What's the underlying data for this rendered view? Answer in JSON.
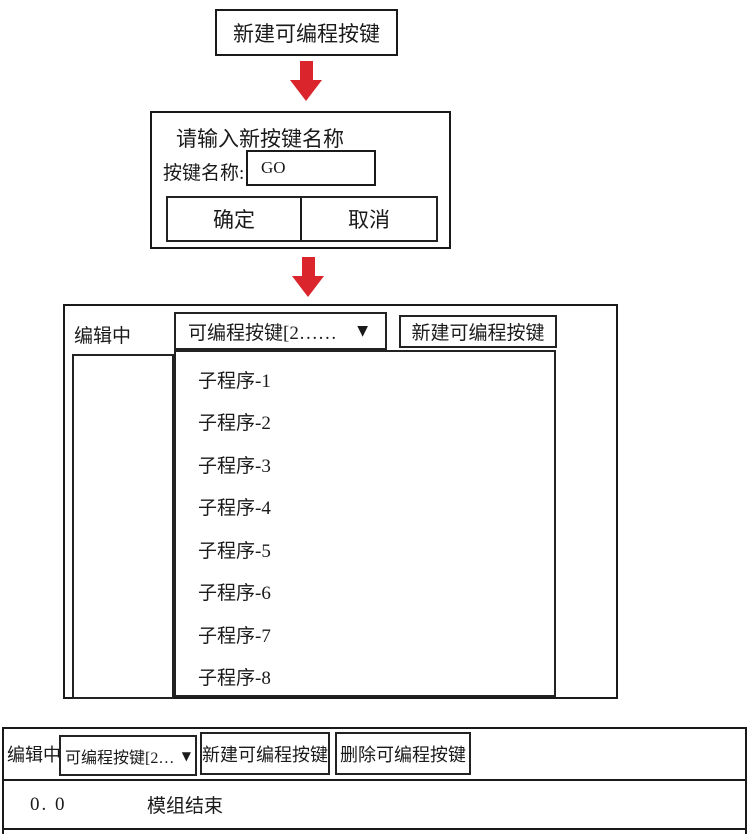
{
  "diagram": {
    "step1_button": "新建可编程按键",
    "dialog": {
      "title": "请输入新按键名称",
      "name_label": "按键名称:",
      "name_value": "GO",
      "ok_button": "确定",
      "cancel_button": "取消"
    },
    "editor_panel": {
      "status": "编辑中",
      "dropdown_label": "可编程按键[2……",
      "new_button": "新建可编程按键",
      "subprograms": [
        "子程序-1",
        "子程序-2",
        "子程序-3",
        "子程序-4",
        "子程序-5",
        "子程序-6",
        "子程序-7",
        "子程序-8"
      ]
    },
    "bottom_toolbar": {
      "status": "编辑中",
      "dropdown_label": "可编程按键[2…",
      "new_button": "新建可编程按键",
      "delete_button": "删除可编程按键",
      "line_number": "0. 0",
      "line_text": "模组结束"
    },
    "icons": {
      "dropdown_arrow": "▼"
    },
    "colors": {
      "arrow_red": "#d9252b",
      "border": "#1a1a1a"
    }
  }
}
